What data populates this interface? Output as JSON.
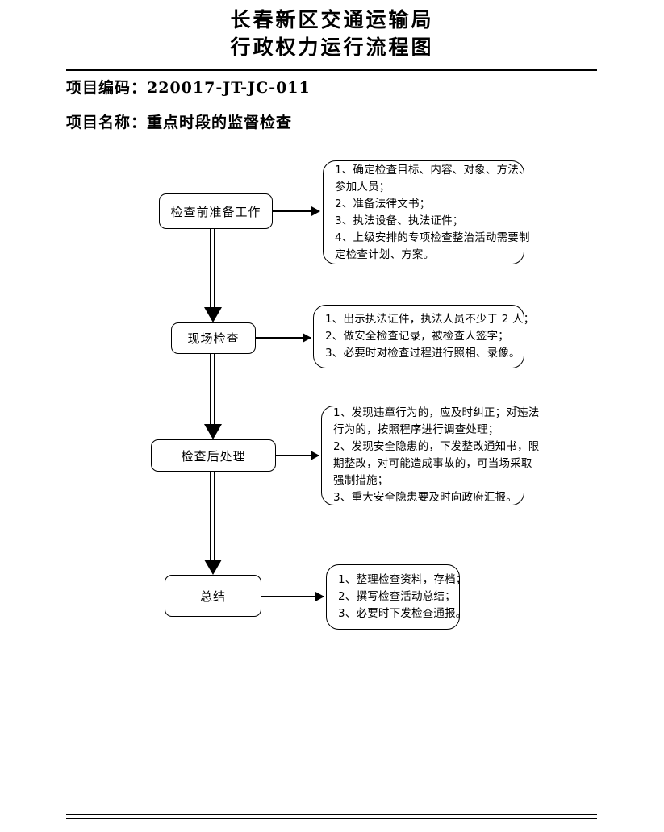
{
  "document": {
    "title_line_1": "长春新区交通运输局",
    "title_line_2": "行政权力运行流程图",
    "project_code_label": "项目编码：220017-JT-JC-011",
    "project_name_label": "项目名称：重点时段的监督检查"
  },
  "flow": {
    "stages": [
      {
        "id": "prepare",
        "label": "检查前准备工作",
        "notes": [
          "1、确定检查目标、内容、对象、方法、",
          "参加人员；",
          "2、准备法律文书；",
          "3、执法设备、执法证件；",
          "4、上级安排的专项检查整治活动需要制",
          "定检查计划、方案。"
        ]
      },
      {
        "id": "onsite",
        "label": "现场检查",
        "notes": [
          "1、出示执法证件，执法人员不少于 2 人；",
          "2、做安全检查记录，被检查人签字；",
          "3、必要时对检查过程进行照相、录像。"
        ]
      },
      {
        "id": "postprocess",
        "label": "检查后处理",
        "notes": [
          "1、发现违章行为的，应及时纠正；对违法",
          "行为的，按照程序进行调查处理；",
          "2、发现安全隐患的，下发整改通知书，限",
          "期整改，对可能造成事故的，可当场采取",
          "强制措施；",
          "3、重大安全隐患要及时向政府汇报。"
        ]
      },
      {
        "id": "summary",
        "label": "总结",
        "notes": [
          "1、整理检查资料，存档；",
          "2、撰写检查活动总结；",
          "3、必要时下发检查通报。"
        ]
      }
    ]
  }
}
